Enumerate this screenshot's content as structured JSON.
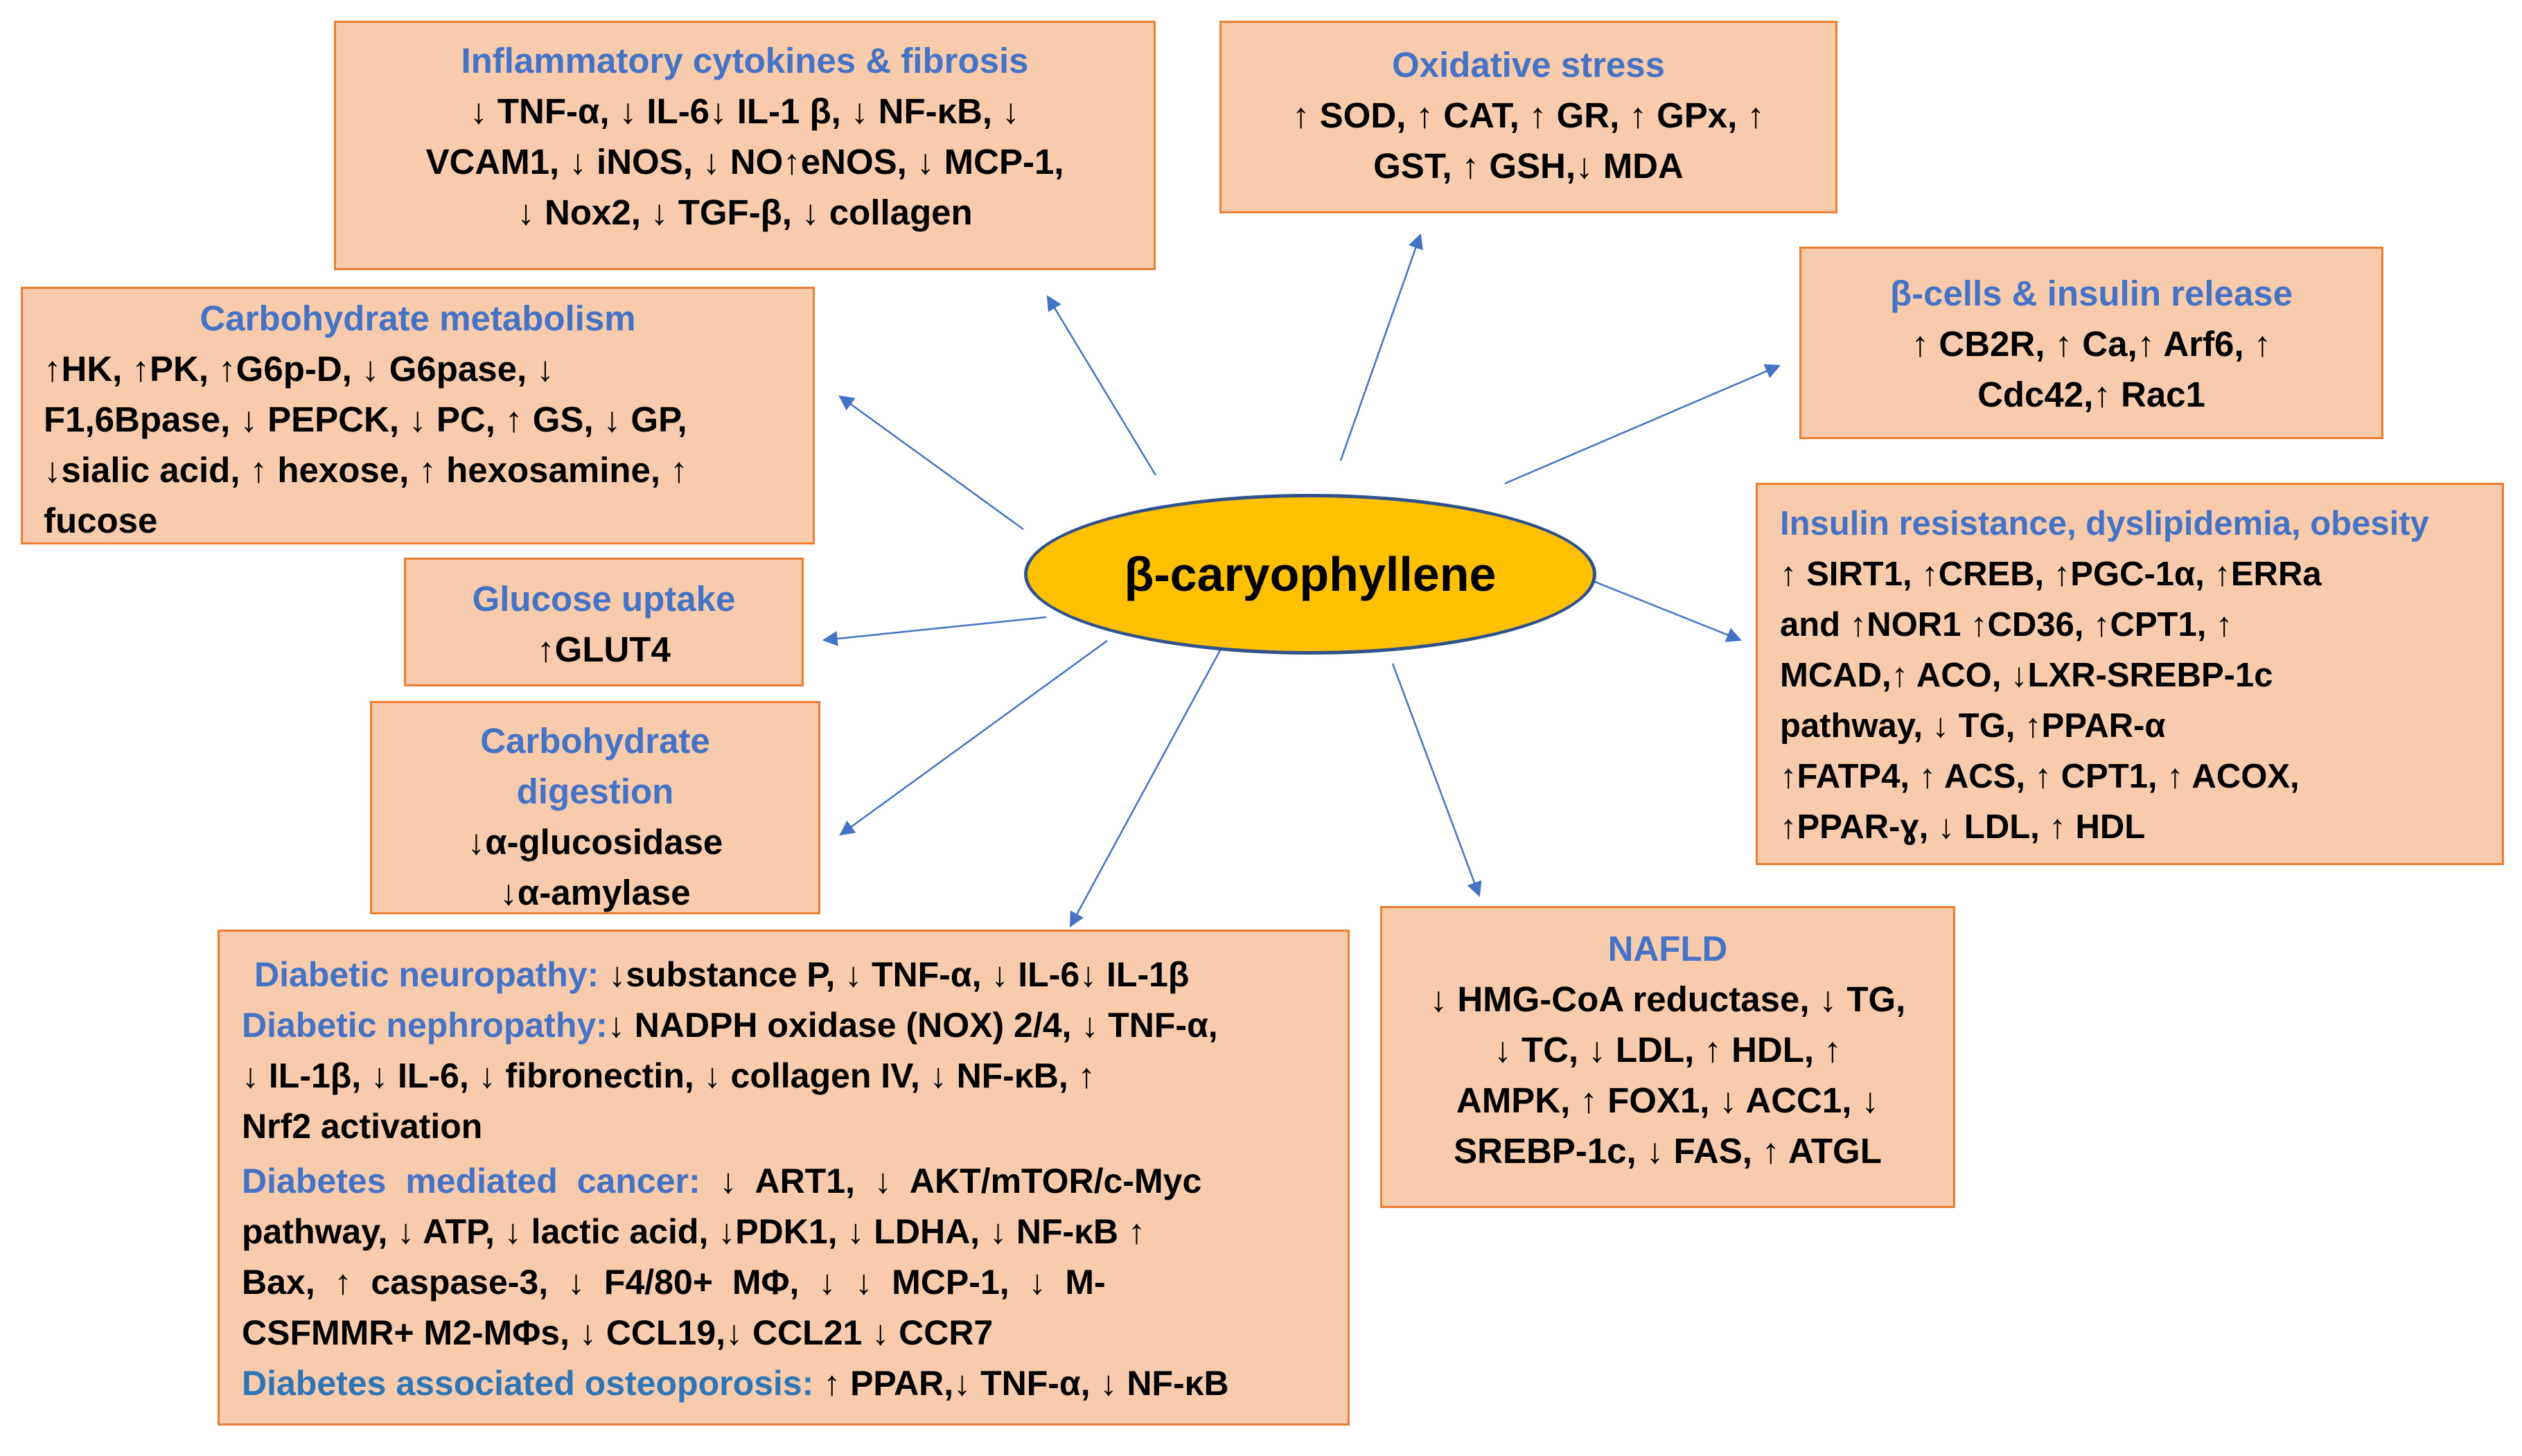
{
  "center": "β-caryophyllene",
  "colors": {
    "box_fill": "#F8CBAD",
    "box_border": "#ED7D31",
    "title_text": "#4472C4",
    "hub_fill": "#FFC000",
    "arrow": "#4472C4"
  },
  "boxes": {
    "inflammatory": {
      "title": "Inflammatory cytokines & fibrosis",
      "lines": [
        "↓ TNF-α, ↓ IL-6↓ IL-1 β, ↓ NF-κB, ↓",
        "VCAM1, ↓ iNOS, ↓ NO↑eNOS, ↓ MCP-1,",
        "↓ Nox2, ↓ TGF-β, ↓ collagen"
      ]
    },
    "oxidative": {
      "title": "Oxidative stress",
      "lines": [
        "↑ SOD, ↑ CAT, ↑ GR, ↑ GPx, ↑",
        "GST, ↑ GSH,↓ MDA"
      ]
    },
    "beta_cells": {
      "title": "β-cells & insulin release",
      "lines": [
        "↑ CB2R, ↑ Ca,↑ Arf6, ↑",
        "Cdc42,↑ Rac1"
      ]
    },
    "carb_metabolism": {
      "title": "Carbohydrate metabolism",
      "lines": [
        "↑HK, ↑PK, ↑G6p-D, ↓ G6pase, ↓",
        "F1,6Bpase, ↓ PEPCK, ↓ PC, ↑ GS, ↓ GP,",
        "↓sialic acid, ↑ hexose, ↑ hexosamine, ↑",
        "fucose"
      ]
    },
    "insulin_resistance": {
      "title": "Insulin resistance, dyslipidemia, obesity",
      "lines": [
        "↑ SIRT1, ↑CREB, ↑PGC-1α, ↑ERRa",
        "and ↑NOR1 ↑CD36, ↑CPT1, ↑",
        "MCAD,↑ ACO, ↓LXR-SREBP-1c",
        "pathway, ↓ TG, ↑PPAR-α",
        "↑FATP4, ↑ ACS, ↑ CPT1, ↑ ACOX,",
        "↑PPAR-ɣ, ↓ LDL, ↑ HDL"
      ]
    },
    "glucose_uptake": {
      "title": "Glucose uptake",
      "lines": [
        "↑GLUT4"
      ]
    },
    "carb_digestion": {
      "title_lines": [
        "Carbohydrate",
        "digestion"
      ],
      "lines": [
        "↓α-glucosidase",
        "↓α-amylase"
      ]
    },
    "nafld": {
      "title": "NAFLD",
      "lines": [
        "↓ HMG-CoA reductase, ↓ TG,",
        "↓ TC, ↓ LDL, ↑ HDL, ↑",
        "AMPK, ↑ FOX1, ↓ ACC1, ↓",
        "SREBP-1c, ↓ FAS, ↑ ATGL"
      ]
    },
    "complications": {
      "neuropathy_title": "Diabetic neuropathy:",
      "neuropathy_text": "↓substance P, ↓ TNF-α, ↓ IL-6↓ IL-1β",
      "nephropathy_title": "Diabetic nephropathy:",
      "nephropathy_text": [
        "↓ NADPH oxidase (NOX) 2/4, ↓ TNF-α,",
        "↓ IL-1β, ↓ IL-6, ↓ fibronectin, ↓ collagen IV, ↓ NF-κB, ↑",
        "Nrf2 activation"
      ],
      "cancer_title": "Diabetes mediated cancer:",
      "cancer_text": [
        "↓ ART1, ↓ AKT/mTOR/c-Myc",
        "pathway, ↓ ATP, ↓ lactic acid, ↓PDK1, ↓ LDHA, ↓ NF-κB ↑",
        "Bax, ↑ caspase-3, ↓ F4/80+ MΦ, ↓ ↓ MCP-1, ↓ M-",
        "CSFMMR+ M2-MΦs, ↓ CCL19,↓ CCL21 ↓ CCR7"
      ],
      "osteoporosis_title": "Diabetes associated osteoporosis:",
      "osteoporosis_text": "↑ PPAR,↓ TNF-α, ↓ NF-κB"
    }
  }
}
